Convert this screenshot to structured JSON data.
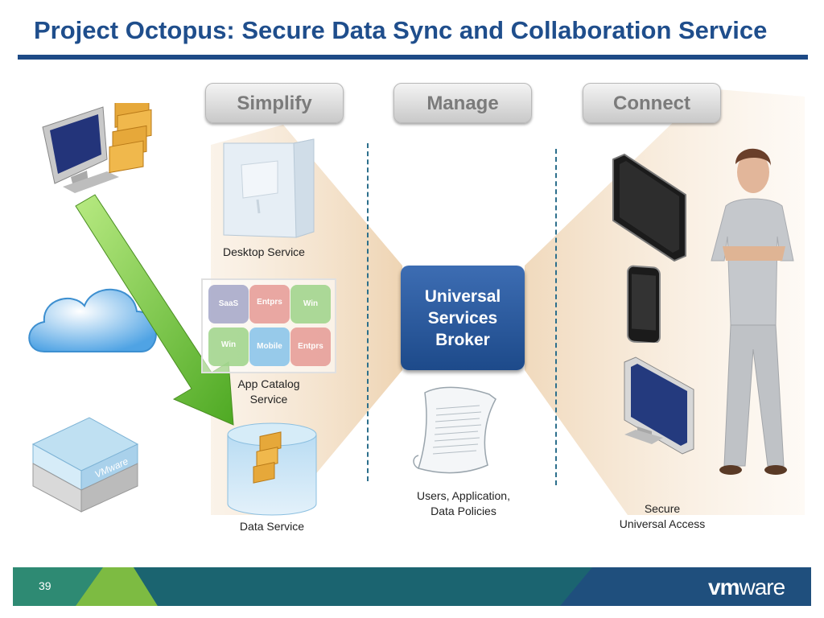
{
  "title": "Project Octopus: Secure Data Sync and Collaboration Service",
  "pillars": [
    "Simplify",
    "Manage",
    "Connect"
  ],
  "services": {
    "desktop": "Desktop Service",
    "app_catalog_line1": "App Catalog",
    "app_catalog_line2": "Service",
    "data": "Data Service"
  },
  "app_catalog_tiles": [
    "SaaS",
    "Entprs",
    "Win",
    "Win",
    "Mobile",
    "Entprs"
  ],
  "broker": {
    "line1": "Universal",
    "line2": "Services",
    "line3": "Broker"
  },
  "policies": {
    "line1": "Users, Application,",
    "line2": "Data Policies"
  },
  "access": {
    "line1": "Secure",
    "line2": "Universal Access"
  },
  "cloud_label": "",
  "server_watermark": "VMware",
  "footer": {
    "page_number": "39",
    "logo_bold": "vm",
    "logo_thin": "ware"
  },
  "colors": {
    "title": "#1f4e8c",
    "rule": "#1d4a86",
    "broker": "#2b5b9e",
    "footer": "#1e6b7a",
    "arrow": "#6cc63a"
  }
}
